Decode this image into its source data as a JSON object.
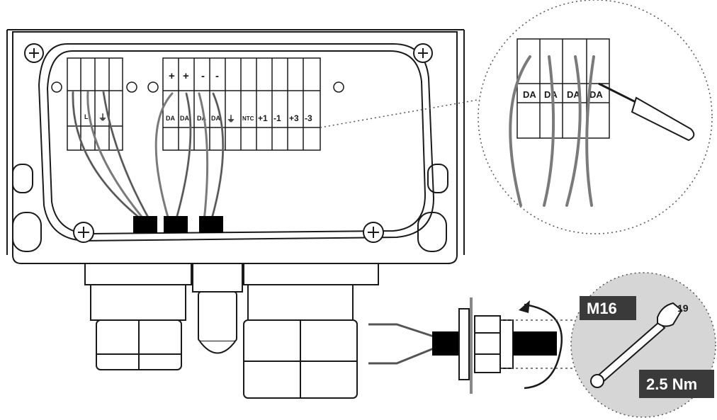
{
  "terminals": {
    "left_block": [
      "L",
      "⏚"
    ],
    "polarity": [
      "+",
      "+",
      "-",
      "-"
    ],
    "signal": [
      "DA",
      "DA",
      "DA",
      "DA"
    ],
    "right_block": [
      "⏚",
      "NTC",
      "+1",
      "-1",
      "+3",
      "-3"
    ]
  },
  "zoom": {
    "terminal_labels": [
      "DA",
      "DA",
      "DA",
      "DA"
    ]
  },
  "gland": {
    "size_label": "M16",
    "wrench_size": "19",
    "torque_label": "2.5 Nm"
  },
  "colors": {
    "outline": "#1a1a1a",
    "wire_gray": "#7a7a7a",
    "ferrule_black": "#000000",
    "label_box": "#3a3a3a",
    "zoom_fill": "#d6d6d6"
  }
}
